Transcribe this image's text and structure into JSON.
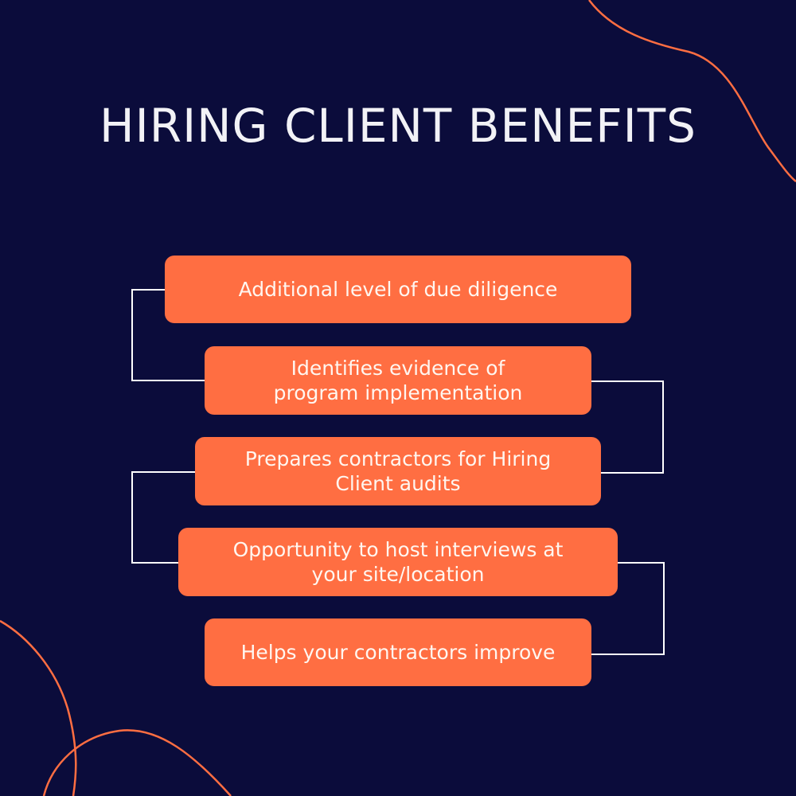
{
  "title": "HIRING CLIENT BENEFITS",
  "benefits": [
    {
      "line1": "Additional level of due diligence",
      "line2": ""
    },
    {
      "line1": "Identifies evidence of",
      "line2": "program implementation"
    },
    {
      "line1": "Prepares contractors for Hiring",
      "line2": "Client audits"
    },
    {
      "line1": "Opportunity to host interviews at",
      "line2": "your site/location"
    },
    {
      "line1": "Helps your contractors improve",
      "line2": ""
    }
  ],
  "colors": {
    "background": "#0b0c3b",
    "box": "#ff6e42",
    "text": "#ffffff",
    "connector": "#ffffff",
    "accent_curve": "#ff6e42"
  }
}
